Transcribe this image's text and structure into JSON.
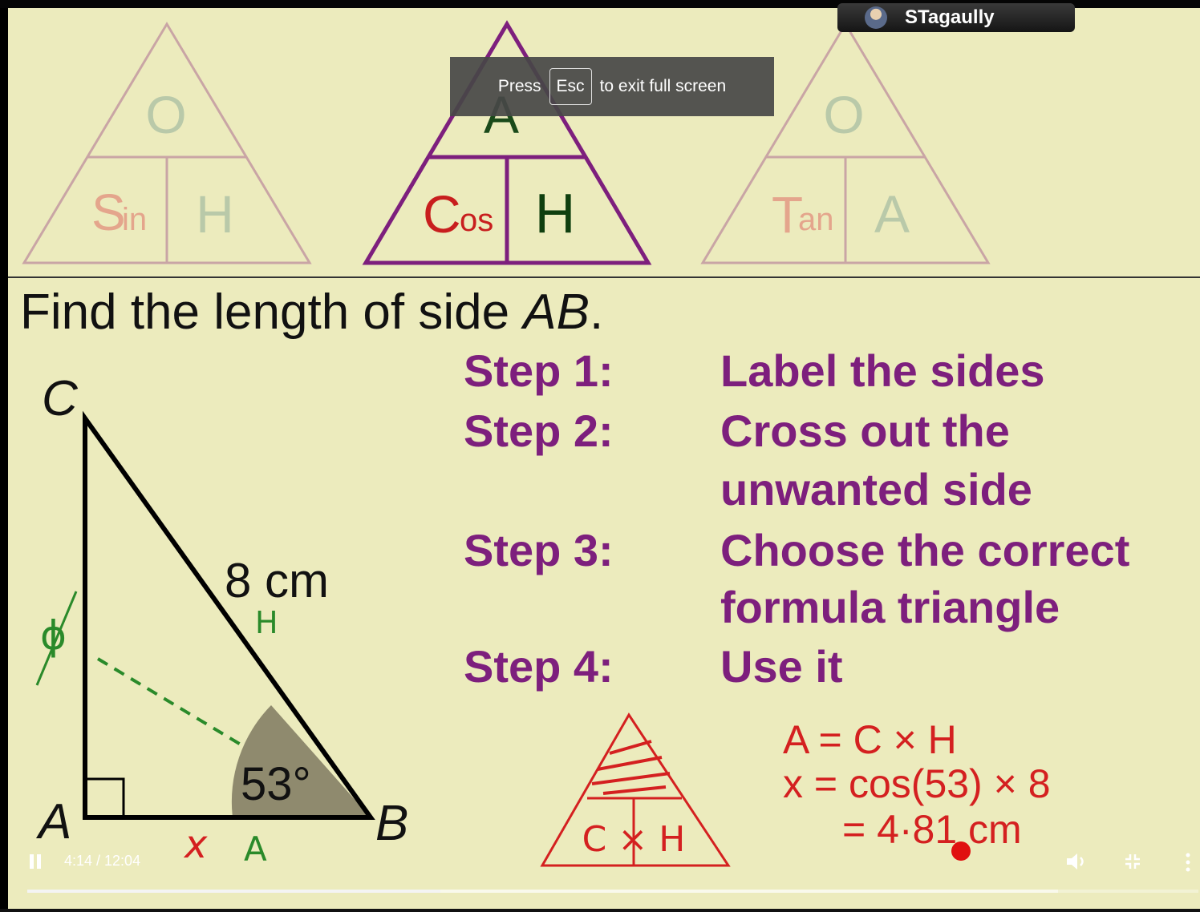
{
  "player": {
    "user_name": "STagaully",
    "esc_notice": {
      "press": "Press",
      "key": "Esc",
      "rest": "to exit full screen"
    },
    "time": "4:14 / 12:04",
    "progress_fraction": 0.353,
    "buffered_fraction": 0.88,
    "icons": [
      "pause-icon",
      "volume-icon",
      "exit-fullscreen-icon",
      "more-options-icon"
    ]
  },
  "slide": {
    "triangles": [
      {
        "top": "O",
        "left_big": "S",
        "left_small": "in",
        "right": "H"
      },
      {
        "top": "A",
        "left_big": "C",
        "left_small": "os",
        "right": "H"
      },
      {
        "top": "O",
        "left_big": "T",
        "left_small": "an",
        "right": "A"
      }
    ],
    "title": "Find the length of side ",
    "title_italic": "AB",
    "title_end": ".",
    "steps": [
      {
        "label": "Step 1:",
        "text": [
          "Label the sides"
        ]
      },
      {
        "label": "Step 2:",
        "text": [
          "Cross out the",
          "unwanted side"
        ]
      },
      {
        "label": "Step 3:",
        "text": [
          "Choose the correct",
          "formula triangle"
        ]
      },
      {
        "label": "Step 4:",
        "text": [
          "Use it"
        ]
      }
    ],
    "diagram": {
      "vertex_c": "C",
      "vertex_a": "A",
      "vertex_b": "B",
      "hyp_length": "8 cm",
      "angle": "53°",
      "hyp_mark": "H",
      "opp_mark": "ϕ",
      "adj_x": "x",
      "adj_mark": "A"
    },
    "working": {
      "line1": "A = C × H",
      "line2": "x = cos(53) × 8",
      "line3": "= 4·81 cm",
      "mini_triangle": {
        "bottom": "C × H"
      }
    },
    "colors": {
      "background": "#ecebbd",
      "purple": "#7d1f7d",
      "faded_pink": "#c9a5a5",
      "red": "#d42020",
      "green": "#2a8a2a"
    }
  }
}
